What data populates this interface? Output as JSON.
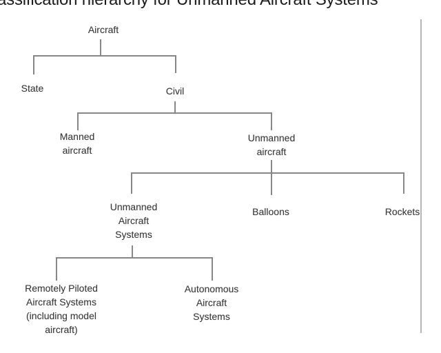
{
  "title": "assification hierarchy for Unmanned Aircraft Systems",
  "diagram": {
    "nodes": {
      "aircraft": {
        "label": "Aircraft"
      },
      "state": {
        "label": "State"
      },
      "civil": {
        "label": "Civil"
      },
      "manned": {
        "label": "Manned\naircraft"
      },
      "unmanned": {
        "label": "Unmanned\naircraft"
      },
      "uas": {
        "label": "Unmanned\nAircraft\nSystems"
      },
      "balloons": {
        "label": "Balloons"
      },
      "rockets": {
        "label": "Rockets"
      },
      "rpas": {
        "label": "Remotely Piloted\nAircraft Systems\n(including model\naircraft)"
      },
      "aas": {
        "label": "Autonomous\nAircraft\nSystems"
      }
    },
    "hierarchy": {
      "Aircraft": {
        "State": {},
        "Civil": {
          "Manned aircraft": {},
          "Unmanned aircraft": {
            "Unmanned Aircraft Systems": {
              "Remotely Piloted Aircraft Systems (including model aircraft)": {},
              "Autonomous Aircraft Systems": {}
            },
            "Balloons": {},
            "Rockets": {}
          }
        }
      }
    },
    "colors": {
      "connector_line": "#868686",
      "node_text": "#3a3a3a",
      "title_text": "#1d1d1d",
      "right_edge_line": "#b5b5b5",
      "background": "#ffffff"
    }
  }
}
